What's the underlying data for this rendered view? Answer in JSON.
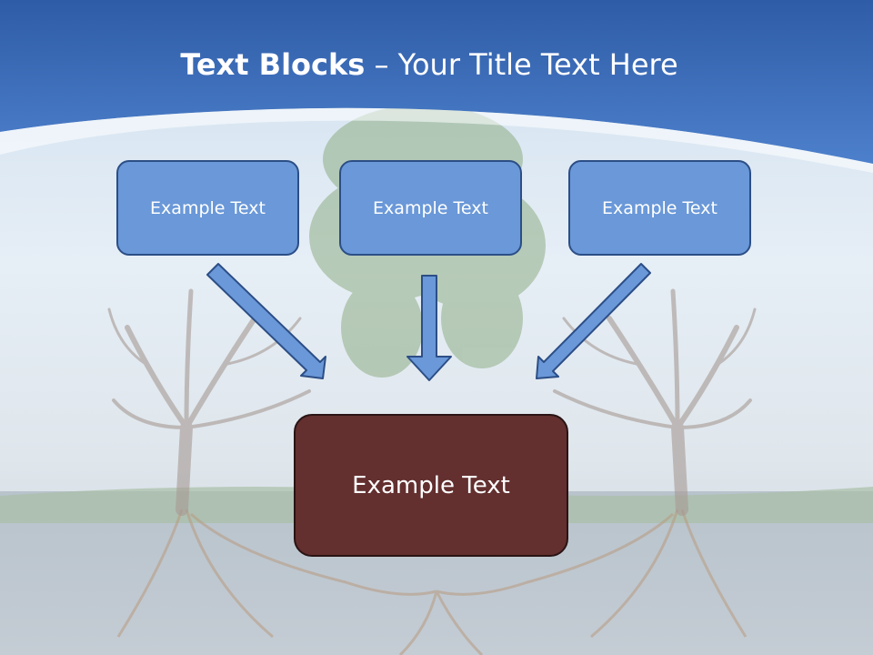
{
  "title": {
    "bold": "Text Blocks",
    "rest": " – Your Title Text Here"
  },
  "blocks": [
    {
      "label": "Example Text"
    },
    {
      "label": "Example Text"
    },
    {
      "label": "Example Text"
    }
  ],
  "main_block": {
    "label": "Example Text"
  },
  "colors": {
    "header_blue": "#3d6cb8",
    "box_blue": "#6a98d8",
    "box_border": "#2c4e86",
    "main_box": "#632f2f",
    "arrow_fill": "#6a98d8"
  }
}
